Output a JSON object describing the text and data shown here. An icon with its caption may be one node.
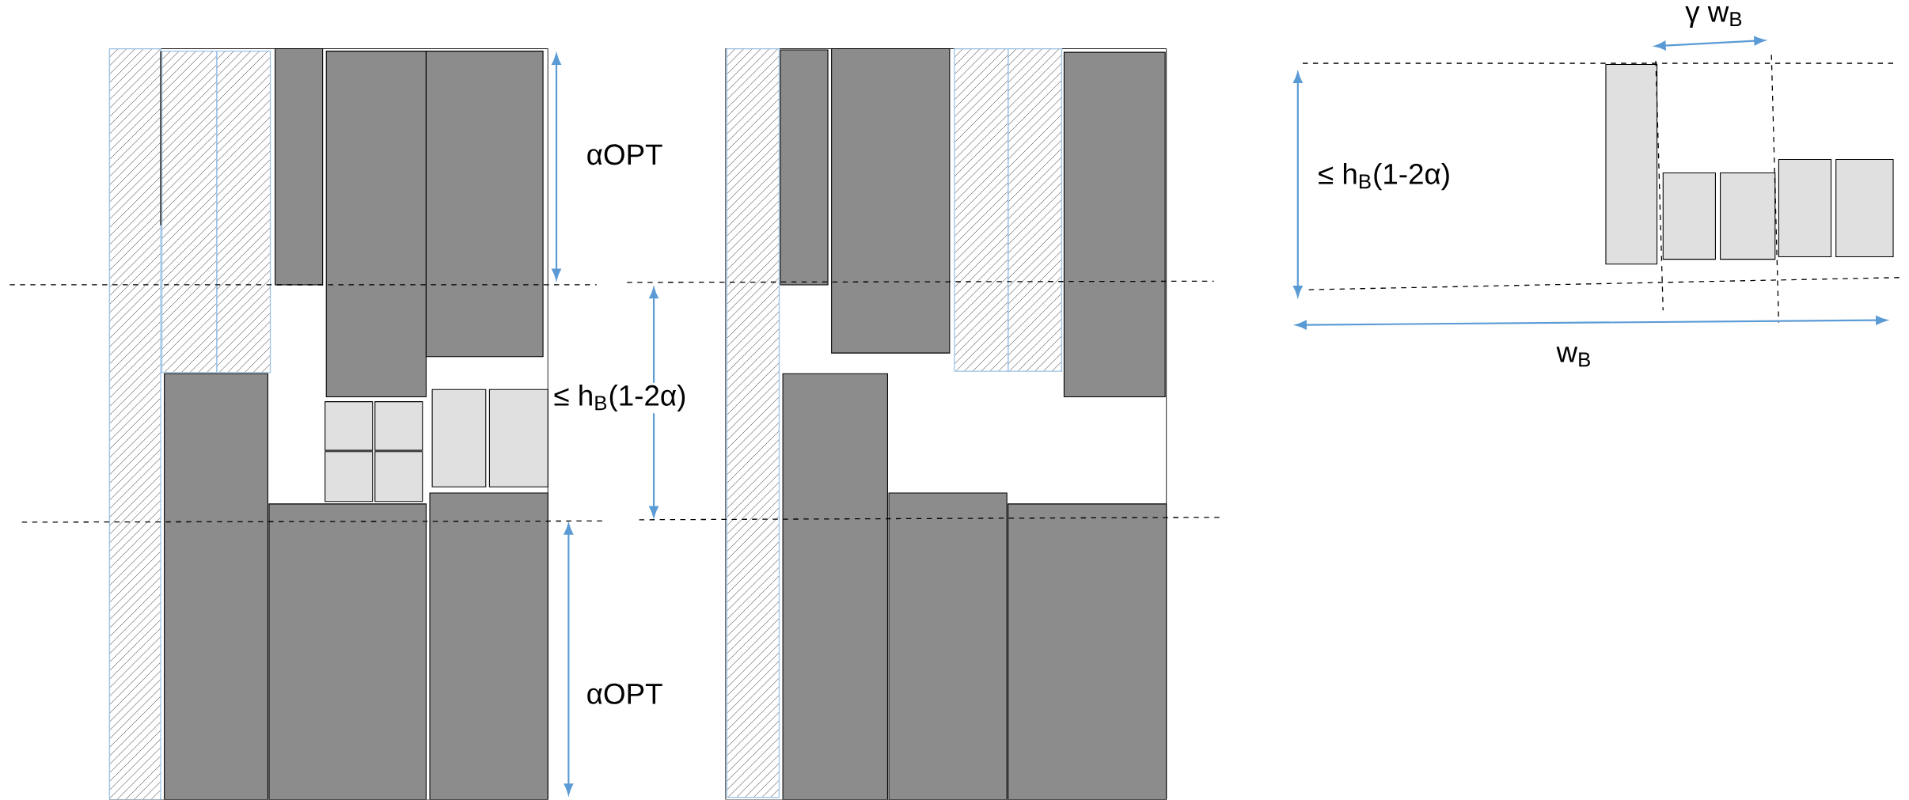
{
  "diagram": {
    "labels": [
      "γ w$_{B}$",
      "αOPT",
      "≤ h$_{B}$(1-2α)",
      "w$_{B}$",
      "≤ h$_{B}$(1-2α)",
      "αOPT"
    ]
  }
}
